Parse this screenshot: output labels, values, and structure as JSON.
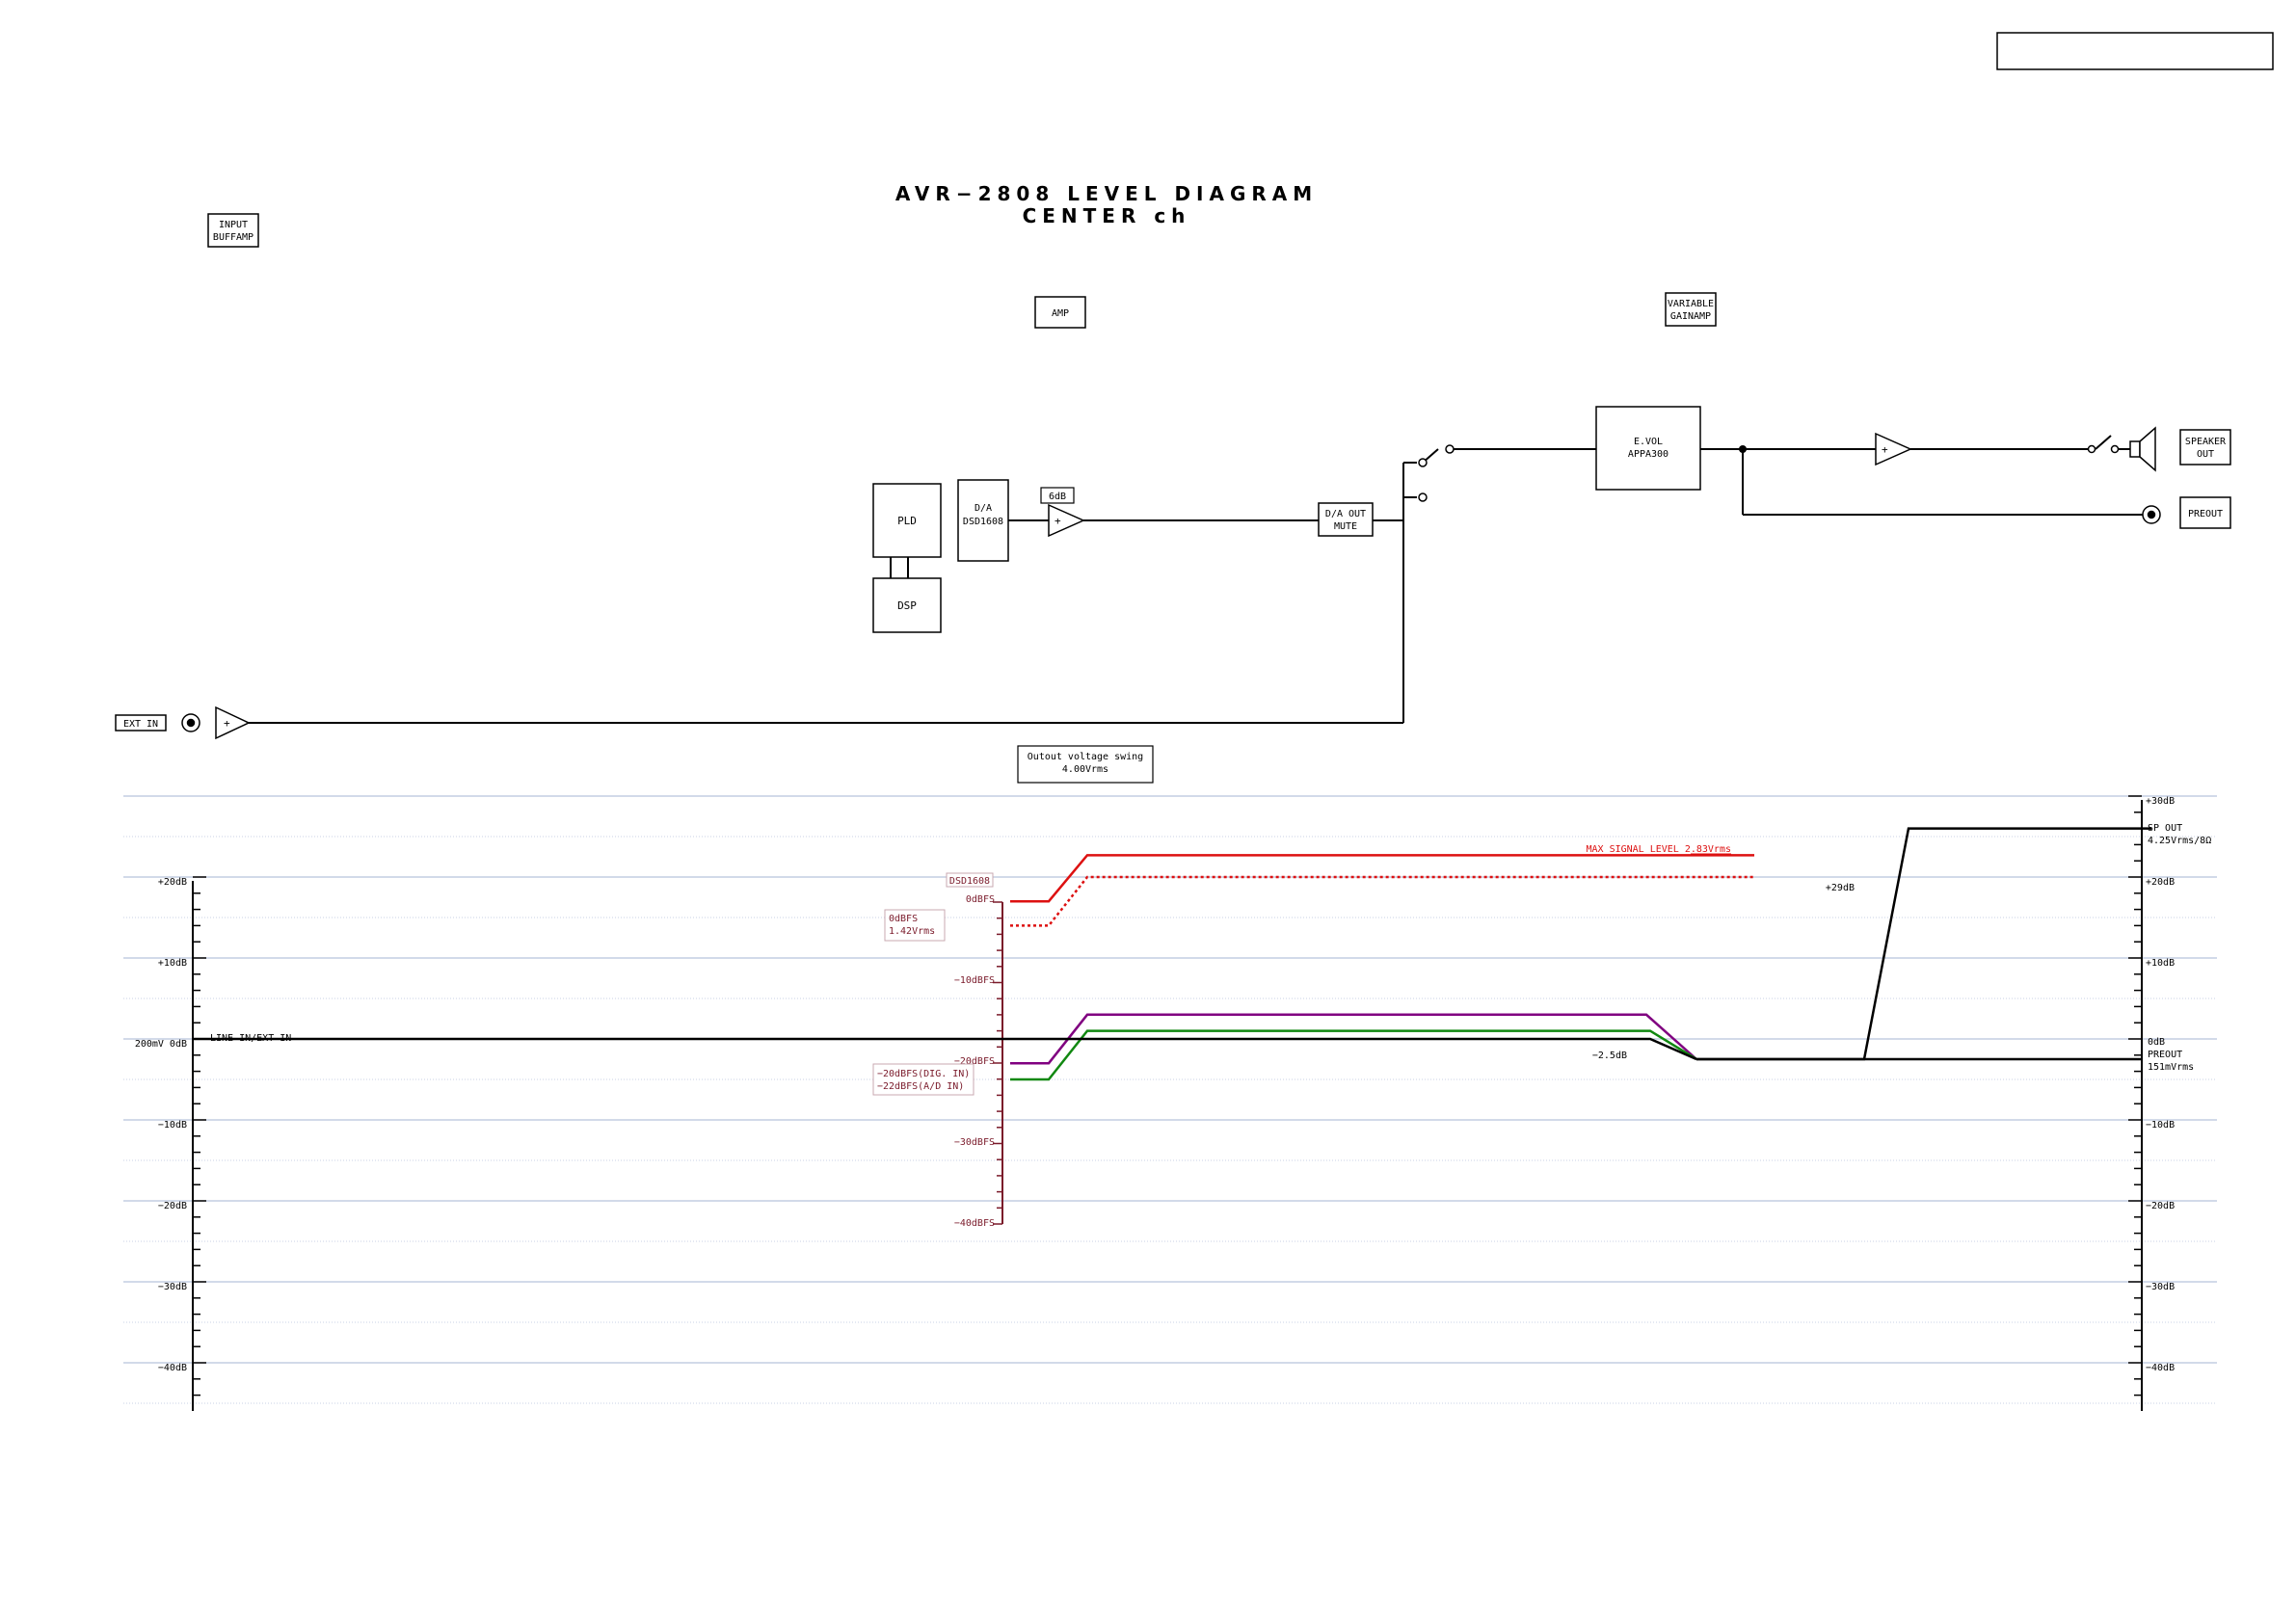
{
  "title": {
    "line1": "AVR−2808  LEVEL DIAGRAM",
    "line2": "CENTER ch"
  },
  "labels": {
    "input_buffamp_1": "INPUT",
    "input_buffamp_2": "BUFFAMP",
    "amp": "AMP",
    "variable_1": "VARIABLE",
    "variable_2": "GAINAMP",
    "pld": "PLD",
    "dsp": "DSP",
    "da_1": "D/A",
    "da_2": "DSD1608",
    "gain_6db": "6dB",
    "da_mute_1": "D/A OUT",
    "da_mute_2": "MUTE",
    "evol_1": "E.VOL",
    "evol_2": "APPA300",
    "speaker_1": "SPEAKER",
    "speaker_2": "OUT",
    "preout": "PREOUT",
    "ext_in": "EXT IN",
    "swing_1": "Outout voltage swing",
    "swing_2": "4.00Vrms",
    "plus": "+"
  },
  "chart_annotations": {
    "line_in": "LINE IN/EXT IN",
    "ref_200mv": "200mV  0dB",
    "dsd1608": "DSD1608",
    "odbfs_1": "0dBFS",
    "odbfs_2": "1.42Vrms",
    "dbfs_0": "0dBFS",
    "dbfs_10": "−10dBFS",
    "dbfs_20": "−20dBFS",
    "dbfs_30": "−30dBFS",
    "dbfs_40": "−40dBFS",
    "dig_in_1": "−20dBFS(DIG. IN)",
    "dig_in_2": "−22dBFS(A/D IN)",
    "max_signal": "MAX SIGNAL LEVEL 2.83Vrms",
    "minus_2_5": "−2.5dB",
    "plus_29": "+29dB",
    "sp_out_1": "SP OUT",
    "sp_out_2": "4.25Vrms/8Ω",
    "preout_0db": "0dB",
    "preout_1": "PREOUT",
    "preout_2": "151mVrms"
  },
  "chart_data": {
    "type": "line",
    "xlabel": "",
    "ylabel": "",
    "left_axis_ticks": [
      "+20dB",
      "+10dB",
      "0dB",
      "−10dB",
      "−20dB",
      "−30dB",
      "−40dB"
    ],
    "left_axis_values": [
      20,
      10,
      0,
      -10,
      -20,
      -30,
      -40
    ],
    "right_axis_ticks": [
      "+30dB",
      "+20dB",
      "+10dB",
      "0dB",
      "−10dB",
      "−20dB",
      "−30dB",
      "−40dB"
    ],
    "right_axis_values": [
      30,
      20,
      10,
      0,
      -10,
      -20,
      -30,
      -40
    ],
    "ylim": [
      -45,
      30
    ],
    "grid": true,
    "colors": {
      "max_signal": "#dd1111",
      "digital_input": "#800080",
      "ad_input": "#118811",
      "line_input": "#000000",
      "dbfs_scale": "#7a1a2a",
      "grid": "#b8c4dc"
    },
    "series": [
      {
        "name": "MAX SIGNAL LEVEL 2.83Vrms",
        "points": [
          [
            1048,
            17
          ],
          [
            1088,
            17
          ],
          [
            1128,
            22.7
          ],
          [
            1820,
            22.7
          ]
        ]
      },
      {
        "points": [
          [
            1048,
            14
          ],
          [
            1088,
            14
          ],
          [
            1128,
            20
          ],
          [
            1820,
            20
          ]
        ]
      },
      {
        "points": [
          [
            1048,
            -3
          ],
          [
            1088,
            -3
          ],
          [
            1128,
            3
          ],
          [
            1708,
            3
          ],
          [
            1760,
            -2.5
          ],
          [
            1934,
            -2.5
          ],
          [
            1980,
            26
          ],
          [
            2232,
            26
          ]
        ]
      },
      {
        "points": [
          [
            1048,
            -5
          ],
          [
            1088,
            -5
          ],
          [
            1128,
            1
          ],
          [
            1712,
            1
          ],
          [
            1760,
            -2.5
          ]
        ]
      },
      {
        "points": [
          [
            200,
            0
          ],
          [
            1048,
            0
          ],
          [
            1088,
            0
          ],
          [
            1128,
            0
          ],
          [
            1712,
            0
          ],
          [
            1760,
            -2.5
          ]
        ]
      }
    ]
  }
}
